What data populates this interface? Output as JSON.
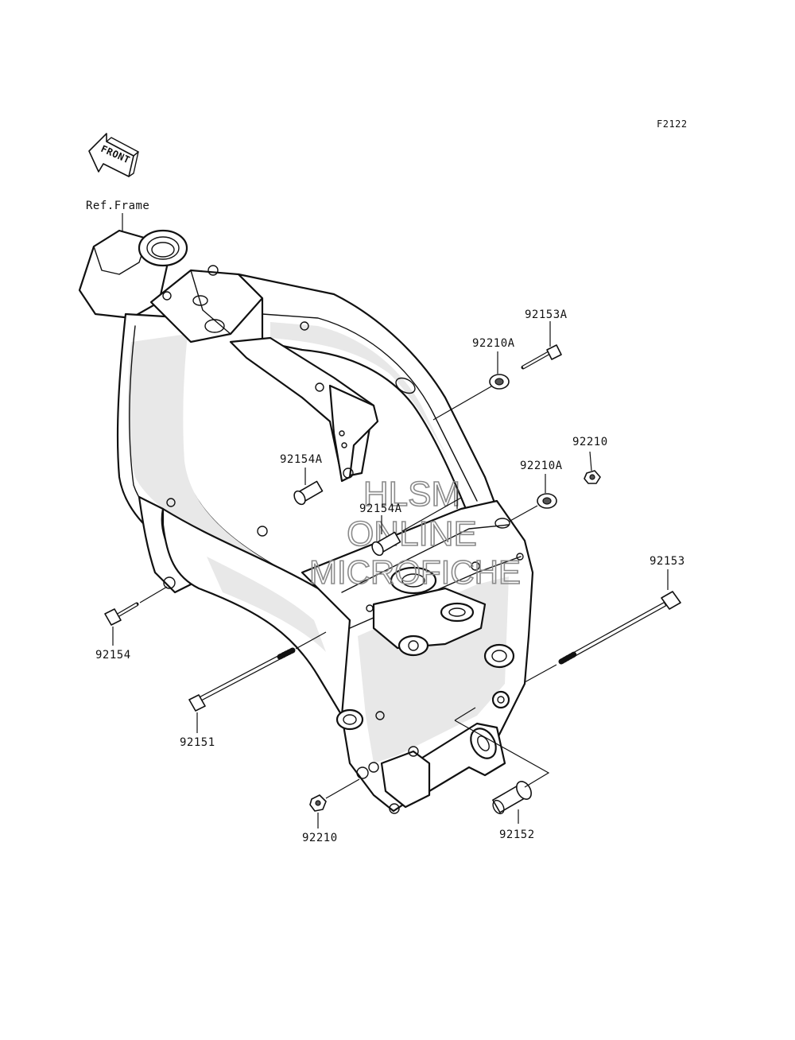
{
  "figure_code": "F2122",
  "front_arrow": {
    "label": "FRONT",
    "icon": "front-direction-arrow-icon"
  },
  "ref_frame": "Ref.Frame",
  "watermark": {
    "line1": "HLSM",
    "line2": "ONLINE",
    "line3": "MICROFICHE"
  },
  "parts": [
    {
      "number": "92153A"
    },
    {
      "number": "92210A"
    },
    {
      "number": "92210"
    },
    {
      "number": "92210A"
    },
    {
      "number": "92154A"
    },
    {
      "number": "92154A"
    },
    {
      "number": "92153"
    },
    {
      "number": "92154"
    },
    {
      "number": "92151"
    },
    {
      "number": "92210"
    },
    {
      "number": "92152"
    }
  ]
}
